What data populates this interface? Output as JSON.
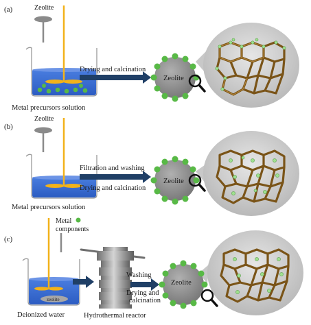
{
  "panels": {
    "a": {
      "tag": "(a)",
      "feed_label": "Zeolite",
      "beaker_caption": "Metal precursors solution",
      "step_label": "Drying and calcination",
      "particle_label": "Zeolite"
    },
    "b": {
      "tag": "(b)",
      "feed_label": "Zeolite",
      "beaker_caption": "Metal precursors solution",
      "step_label_1": "Filtration and washing",
      "step_label_2": "Drying and calcination",
      "particle_label": "Zeolite"
    },
    "c": {
      "tag": "(c)",
      "feed_label_1": "Metal",
      "feed_label_2": "components",
      "beaker_inner_label": "zeolite",
      "beaker_caption": "Deionized water",
      "reactor_caption": "Hydrothermal reactor",
      "step_label_1": "Washing",
      "step_label_2": "Drying and",
      "step_label_3": "calcination",
      "particle_label": "Zeolite"
    }
  },
  "colors": {
    "liquid": "#3a6fd8",
    "liquid_top": "#6c94e6",
    "stir_rod": "#f2b21a",
    "metal_particle": "#58b946",
    "zeolite_sphere": "#8c8c8c",
    "arrow": "#1f3f66",
    "framework": "#7a5418",
    "zoom_bubble": "#c8c8c8"
  },
  "icons": [
    "magnifier-icon",
    "beaker-icon",
    "hydrothermal-reactor-icon",
    "zeolite-framework-icon"
  ]
}
